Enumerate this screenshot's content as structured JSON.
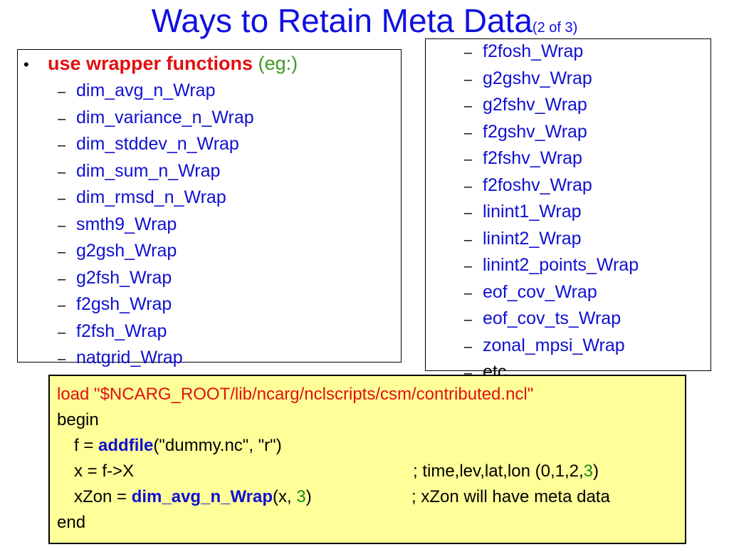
{
  "title": {
    "main": "Ways to Retain Meta Data",
    "sub": "(2 of 3)"
  },
  "bullet": {
    "dot": "•",
    "red": "use wrapper functions",
    "green": "(eg:)"
  },
  "dash": "–",
  "left_items": [
    "dim_avg_n_Wrap",
    "dim_variance_n_Wrap",
    "dim_stddev_n_Wrap",
    "dim_sum_n_Wrap",
    "dim_rmsd_n_Wrap",
    "smth9_Wrap",
    "g2gsh_Wrap",
    "g2fsh_Wrap",
    "f2gsh_Wrap",
    "f2fsh_Wrap",
    "natgrid_Wrap"
  ],
  "right_items": [
    "f2fosh_Wrap",
    "g2gshv_Wrap",
    "g2fshv_Wrap",
    "f2gshv_Wrap",
    "f2fshv_Wrap",
    "f2foshv_Wrap",
    "linint1_Wrap",
    "linint2_Wrap",
    "linint2_points_Wrap",
    "eof_cov_Wrap",
    "eof_cov_ts_Wrap",
    "zonal_mpsi_Wrap",
    "etc"
  ],
  "code": {
    "line1": "load \"$NCARG_ROOT/lib/ncarg/nclscripts/csm/contributed.ncl\"",
    "line2": "begin",
    "line3": {
      "pre": "f = ",
      "fn": "addfile",
      "post": "(\"dummy.nc\", \"r\")"
    },
    "line4": {
      "pre": "x = f->X",
      "comment": "; time,lev,lat,lon  (0,1,2,",
      "num": "3",
      "close": ")"
    },
    "line5": {
      "pre": "xZon = ",
      "fn": "dim_avg_n_Wrap",
      "args": "(x, ",
      "num": "3",
      "close": ")",
      "comment": "; xZon will have meta data"
    },
    "line6": "end"
  },
  "colors": {
    "title": "#1010e0",
    "item": "#1010d0",
    "bullet_red": "#e01010",
    "bullet_green": "#3c9a20",
    "code_bg": "#ffff99",
    "code_red": "#e01010",
    "code_green": "#1a8a1a"
  }
}
